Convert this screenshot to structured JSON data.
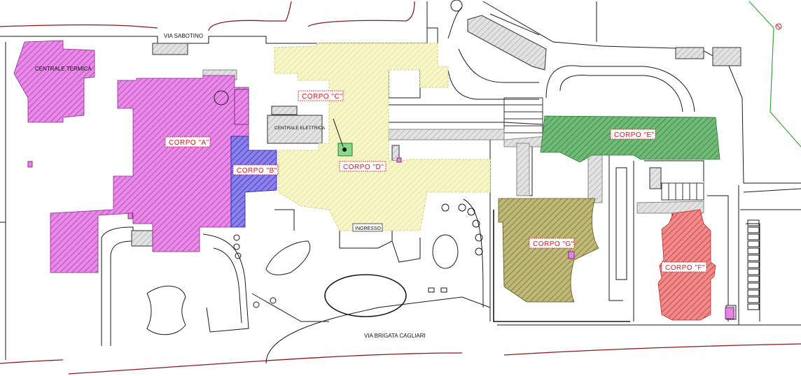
{
  "streets": {
    "north": "VIA SABOTINO",
    "south": "VIA BRIGATA CAGLIARI"
  },
  "facilities": {
    "heating_plant": "CENTRALE TERMICA",
    "electrical_plant": "CENTRALE ELETTRICA",
    "entrance": "INGRESSO"
  },
  "buildings": [
    {
      "id": "A",
      "label": "CORPO \"A\"",
      "color": "#e066e0"
    },
    {
      "id": "B",
      "label": "CORPO \"B\"",
      "color": "#5a4fd6"
    },
    {
      "id": "C",
      "label": "CORPO \"C\"",
      "color": "#f2f2b0"
    },
    {
      "id": "D",
      "label": "CORPO \"D\"",
      "color": "#f2f2b0"
    },
    {
      "id": "E",
      "label": "CORPO \"E\"",
      "color": "#3f9f4a"
    },
    {
      "id": "F",
      "label": "CORPO \"F\"",
      "color": "#e65a5a"
    },
    {
      "id": "G",
      "label": "CORPO \"G\"",
      "color": "#a9a35a"
    }
  ],
  "colors": {
    "road_edge": "#8b1a1a",
    "label_text": "#e8141c",
    "grey_structure": "#c8c8c8",
    "boundary_green": "#3aa83a"
  }
}
